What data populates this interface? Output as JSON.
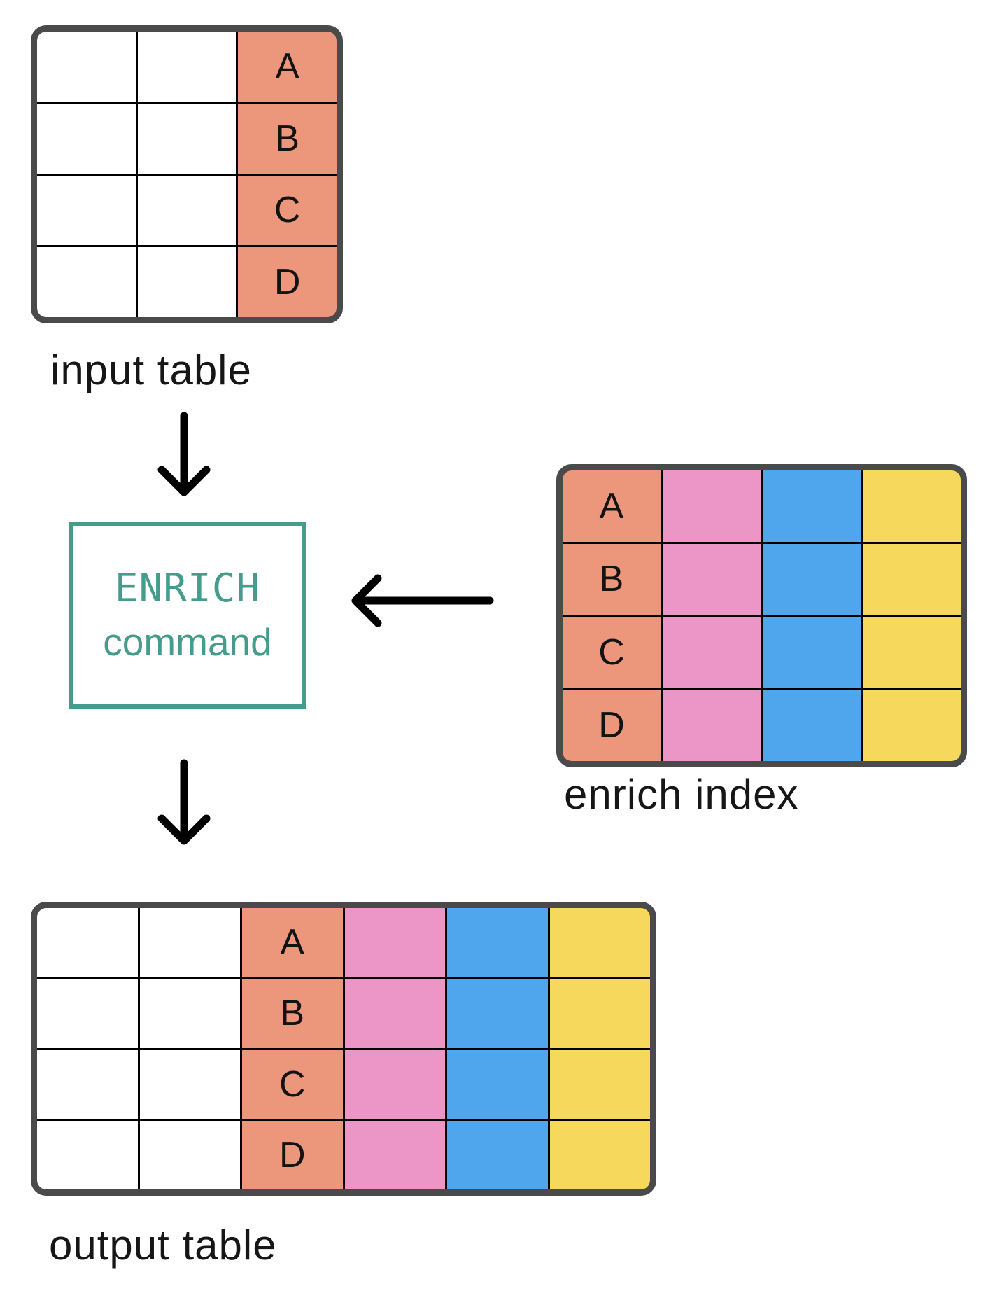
{
  "page": {
    "background": "#ffffff"
  },
  "colors": {
    "salmon": "#EC977B",
    "pink": "#EC96C7",
    "blue": "#4FA6EC",
    "yellow": "#F6D95C",
    "teal": "#459B8C",
    "border": "#4A4A4A",
    "grid": "#000000"
  },
  "icons": {
    "down_arrow": "↓",
    "left_arrow": "←"
  },
  "enrich_box": {
    "name": "ENRICH",
    "word": "command"
  },
  "tables": {
    "input": {
      "label": "input table",
      "columns": [
        "plain",
        "plain",
        "salmon"
      ],
      "rows": [
        [
          "",
          "",
          "A"
        ],
        [
          "",
          "",
          "B"
        ],
        [
          "",
          "",
          "C"
        ],
        [
          "",
          "",
          "D"
        ]
      ]
    },
    "enrich": {
      "label": "enrich index",
      "columns": [
        "salmon",
        "pink",
        "blue",
        "yellow"
      ],
      "rows": [
        [
          "A",
          "",
          "",
          ""
        ],
        [
          "B",
          "",
          "",
          ""
        ],
        [
          "C",
          "",
          "",
          ""
        ],
        [
          "D",
          "",
          "",
          ""
        ]
      ]
    },
    "output": {
      "label": "output table",
      "columns": [
        "plain",
        "plain",
        "salmon",
        "pink",
        "blue",
        "yellow"
      ],
      "rows": [
        [
          "",
          "",
          "A",
          "",
          "",
          ""
        ],
        [
          "",
          "",
          "B",
          "",
          "",
          ""
        ],
        [
          "",
          "",
          "C",
          "",
          "",
          ""
        ],
        [
          "",
          "",
          "D",
          "",
          "",
          ""
        ]
      ]
    }
  }
}
